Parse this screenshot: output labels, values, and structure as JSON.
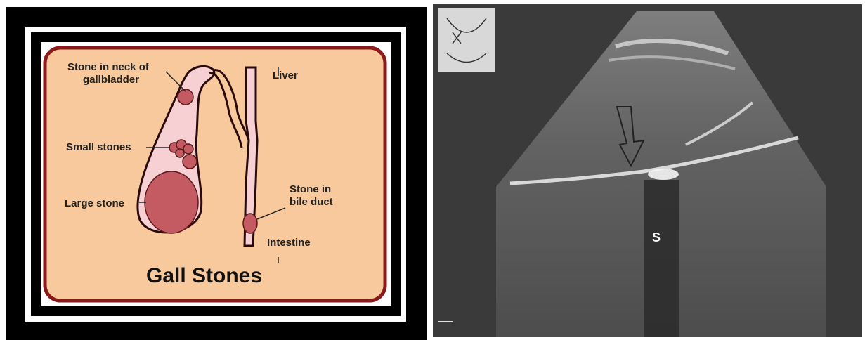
{
  "diagram": {
    "title": "Gall Stones",
    "labels": {
      "stone_in_neck_line1": "Stone in neck of",
      "stone_in_neck_line2": "gallbladder",
      "liver": "Liver",
      "small_stones": "Small stones",
      "large_stone": "Large stone",
      "stone_in_bile_duct_line1": "Stone in",
      "stone_in_bile_duct_line2": "bile duct",
      "intestine": "Intestine"
    },
    "colors": {
      "background_fill": "#f8c99c",
      "border": "#8b1a1a",
      "gallbladder_fill": "#f7d0d4",
      "stone_fill": "#c45a62"
    }
  },
  "ultrasound": {
    "marker_label": "S"
  }
}
